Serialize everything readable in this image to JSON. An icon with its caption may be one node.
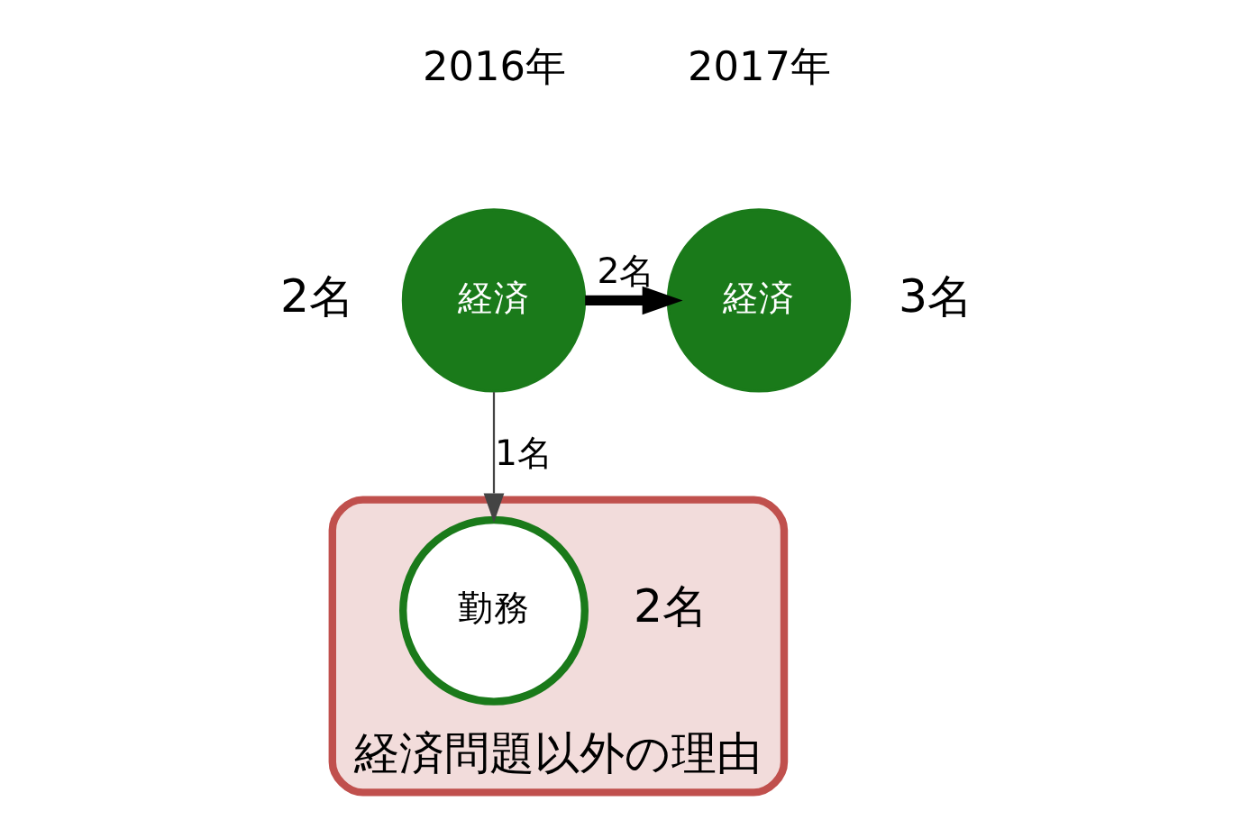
{
  "diagram": {
    "nodes": [
      {
        "text": [
          "経済"
        ],
        "beside": [
          "2名"
        ]
      },
      {
        "text": [
          "経済"
        ],
        "beside": [
          "3名"
        ]
      },
      {
        "text": [
          "経済問題以外の理由"
        ]
      },
      {
        "text": [
          "勤務"
        ],
        "in": 2,
        "beside": [
          "2名"
        ]
      }
    ],
    "edges": [
      {
        "from": 0,
        "to": 1,
        "arrow": "to",
        "label": "2名",
        "style": "thick"
      },
      {
        "from": 0,
        "to": 3,
        "arrow": "to",
        "label": "1名"
      }
    ],
    "labels": [
      "2016年",
      "2017年"
    ]
  }
}
